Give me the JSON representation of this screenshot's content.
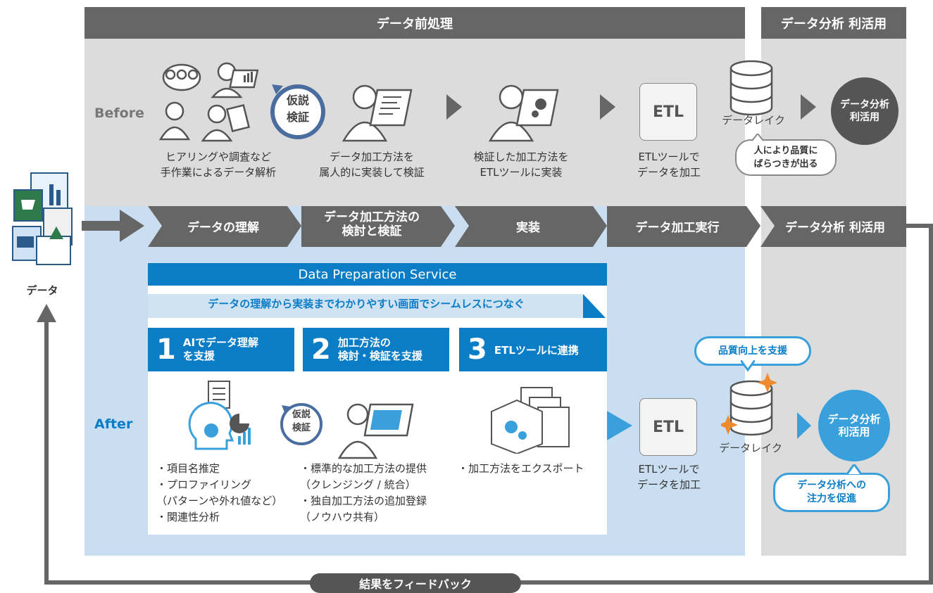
{
  "headers": {
    "preprocess": "データ前処理",
    "analysis": "データ分析 利活用"
  },
  "before": {
    "label": "Before",
    "steps": [
      "ヒアリングや調査など\n手作業によるデータ解析",
      "データ加工方法を\n属人的に実装して検証",
      "検証した加工方法を\nETLツールに実装",
      "ETLツールで\nデータを加工"
    ],
    "hypothesis": "仮説\n検証",
    "etl": "ETL",
    "datalake": "データレイク",
    "analysis_circle": "データ分析\n利活用",
    "bubble": "人により品質に\nばらつきが出る"
  },
  "flow": {
    "data_label": "データ",
    "steps": [
      "データの理解",
      "データ加工方法の\n検討と検証",
      "実装",
      "データ加工実行",
      "データ分析 利活用"
    ],
    "feedback": "結果をフィードバック"
  },
  "after": {
    "label": "After",
    "service_title": "Data Preparation Service",
    "service_subtitle": "データの理解から実装までわかりやすい画面でシームレスにつなぐ",
    "features": [
      {
        "num": "1",
        "title": "AIでデータ理解\nを支援"
      },
      {
        "num": "2",
        "title": "加工方法の\n検討・検証を支援"
      },
      {
        "num": "3",
        "title": "ETLツールに連携"
      }
    ],
    "hypothesis": "仮説\n検証",
    "details": [
      "・項目名推定\n・プロファイリング\n （パターンや外れ値など）\n・関連性分析",
      "・標準的な加工方法の提供\n （クレンジング / 統合）\n・独自加工方法の追加登録\n （ノウハウ共有）",
      "・加工方法をエクスポート"
    ],
    "etl": "ETL",
    "etl_caption": "ETLツールで\nデータを加工",
    "datalake": "データレイク",
    "quality_bubble": "品質向上を支援",
    "analysis_circle": "データ分析\n利活用",
    "focus_bubble": "データ分析への\n注力を促進"
  },
  "colors": {
    "header_gray": "#666666",
    "panel_gray": "#dcdcdc",
    "after_blue": "#c9def0",
    "service_blue": "#0a7dc6",
    "accent_blue": "#3aa0dc",
    "dark_circle": "#555555",
    "spark_orange": "#f08a2e"
  }
}
